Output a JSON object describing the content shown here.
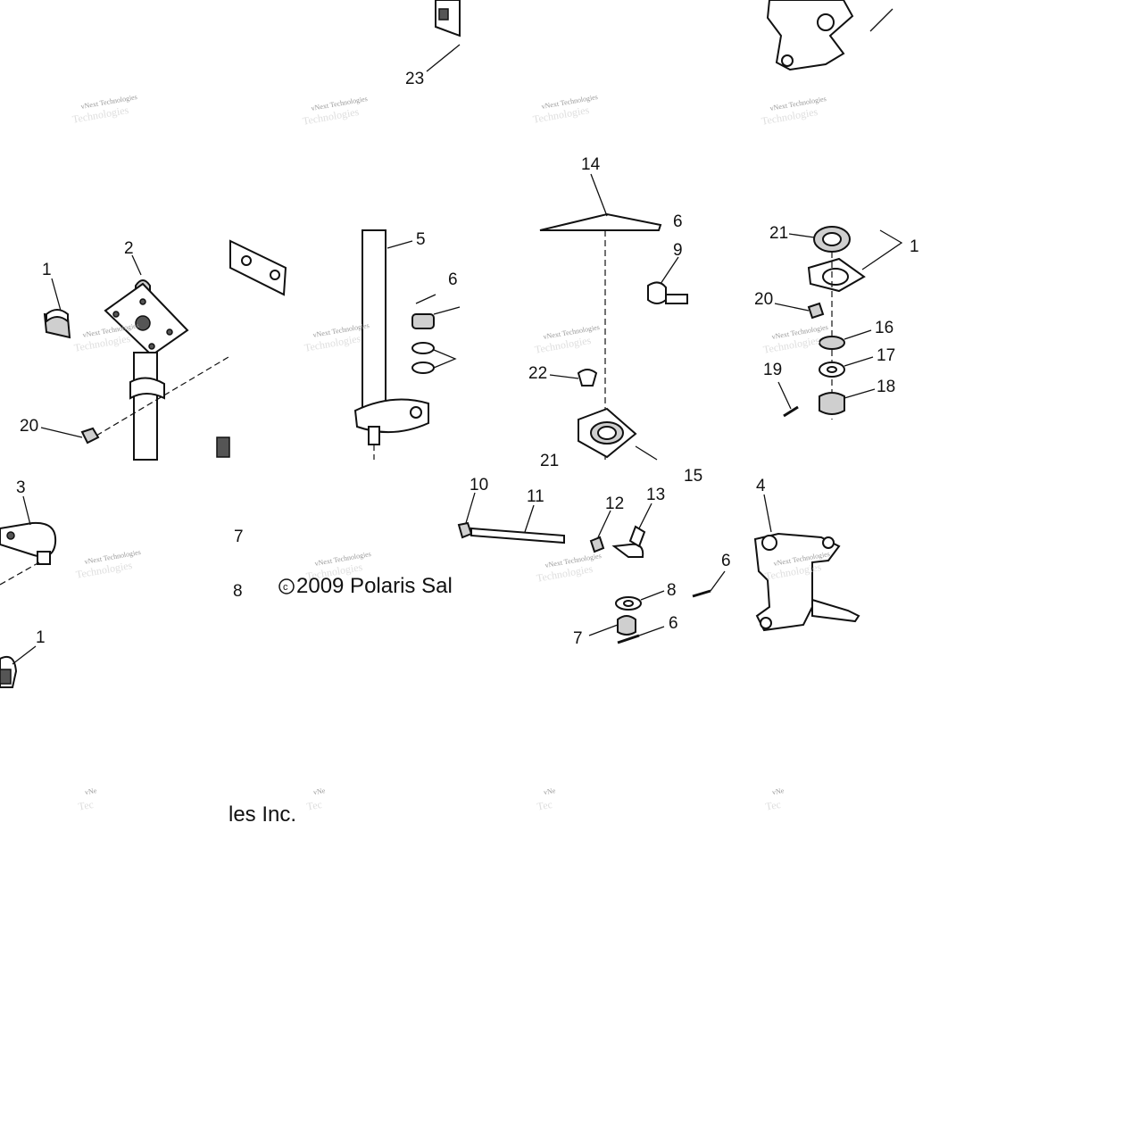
{
  "callouts": [
    {
      "id": "c23",
      "text": "23"
    },
    {
      "id": "c14",
      "text": "14"
    },
    {
      "id": "c6a",
      "text": "6"
    },
    {
      "id": "c9",
      "text": "9"
    },
    {
      "id": "c21a",
      "text": "21"
    },
    {
      "id": "c1a",
      "text": "1"
    },
    {
      "id": "c2",
      "text": "2"
    },
    {
      "id": "c1b",
      "text": "1"
    },
    {
      "id": "c5",
      "text": "5"
    },
    {
      "id": "c6b",
      "text": "6"
    },
    {
      "id": "c20a",
      "text": "20"
    },
    {
      "id": "c16",
      "text": "16"
    },
    {
      "id": "c17",
      "text": "17"
    },
    {
      "id": "c19",
      "text": "19"
    },
    {
      "id": "c18",
      "text": "18"
    },
    {
      "id": "c22",
      "text": "22"
    },
    {
      "id": "c20b",
      "text": "20"
    },
    {
      "id": "c21b",
      "text": "21"
    },
    {
      "id": "c15",
      "text": "15"
    },
    {
      "id": "c3",
      "text": "3"
    },
    {
      "id": "c10",
      "text": "10"
    },
    {
      "id": "c11",
      "text": "11"
    },
    {
      "id": "c12",
      "text": "12"
    },
    {
      "id": "c13",
      "text": "13"
    },
    {
      "id": "c4",
      "text": "4"
    },
    {
      "id": "c7a",
      "text": "7"
    },
    {
      "id": "c6c",
      "text": "6"
    },
    {
      "id": "c8a",
      "text": "8"
    },
    {
      "id": "c8b",
      "text": "8"
    },
    {
      "id": "c7b",
      "text": "7"
    },
    {
      "id": "c6d",
      "text": "6"
    },
    {
      "id": "c1c",
      "text": "1"
    }
  ],
  "watermark": {
    "line1": "vNext Technologies",
    "line2": "Technologies",
    "partial1": "vNe",
    "partial2": "Tec"
  },
  "copyright": {
    "part1": "2009 Polaris Sal",
    "part2": "les Inc.",
    "symbol": "c"
  }
}
